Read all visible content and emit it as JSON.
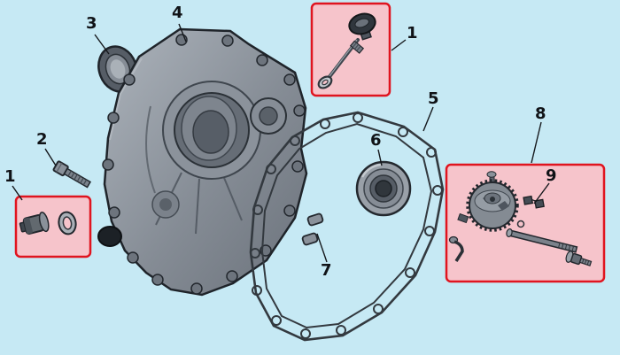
{
  "diagram": {
    "type": "exploded-parts-diagram",
    "background_color": "#c6e9f4",
    "highlight": {
      "fill": "#f6c4cb",
      "border": "#e0141f"
    },
    "outline_color": "#15181c",
    "callouts": [
      {
        "name": "oil-seal",
        "label": "3"
      },
      {
        "name": "crankcase-cover",
        "label": "4"
      },
      {
        "name": "oil-dipstick",
        "label": "1"
      },
      {
        "name": "flange-bolt",
        "label": "2"
      },
      {
        "name": "oil-drain-plug",
        "label": "1"
      },
      {
        "name": "cover-gasket",
        "label": "5"
      },
      {
        "name": "ball-bearing",
        "label": "6"
      },
      {
        "name": "dowel-pin",
        "label": "7"
      },
      {
        "name": "governor-assembly",
        "label": "8"
      },
      {
        "name": "governor-holder",
        "label": "9"
      }
    ]
  }
}
